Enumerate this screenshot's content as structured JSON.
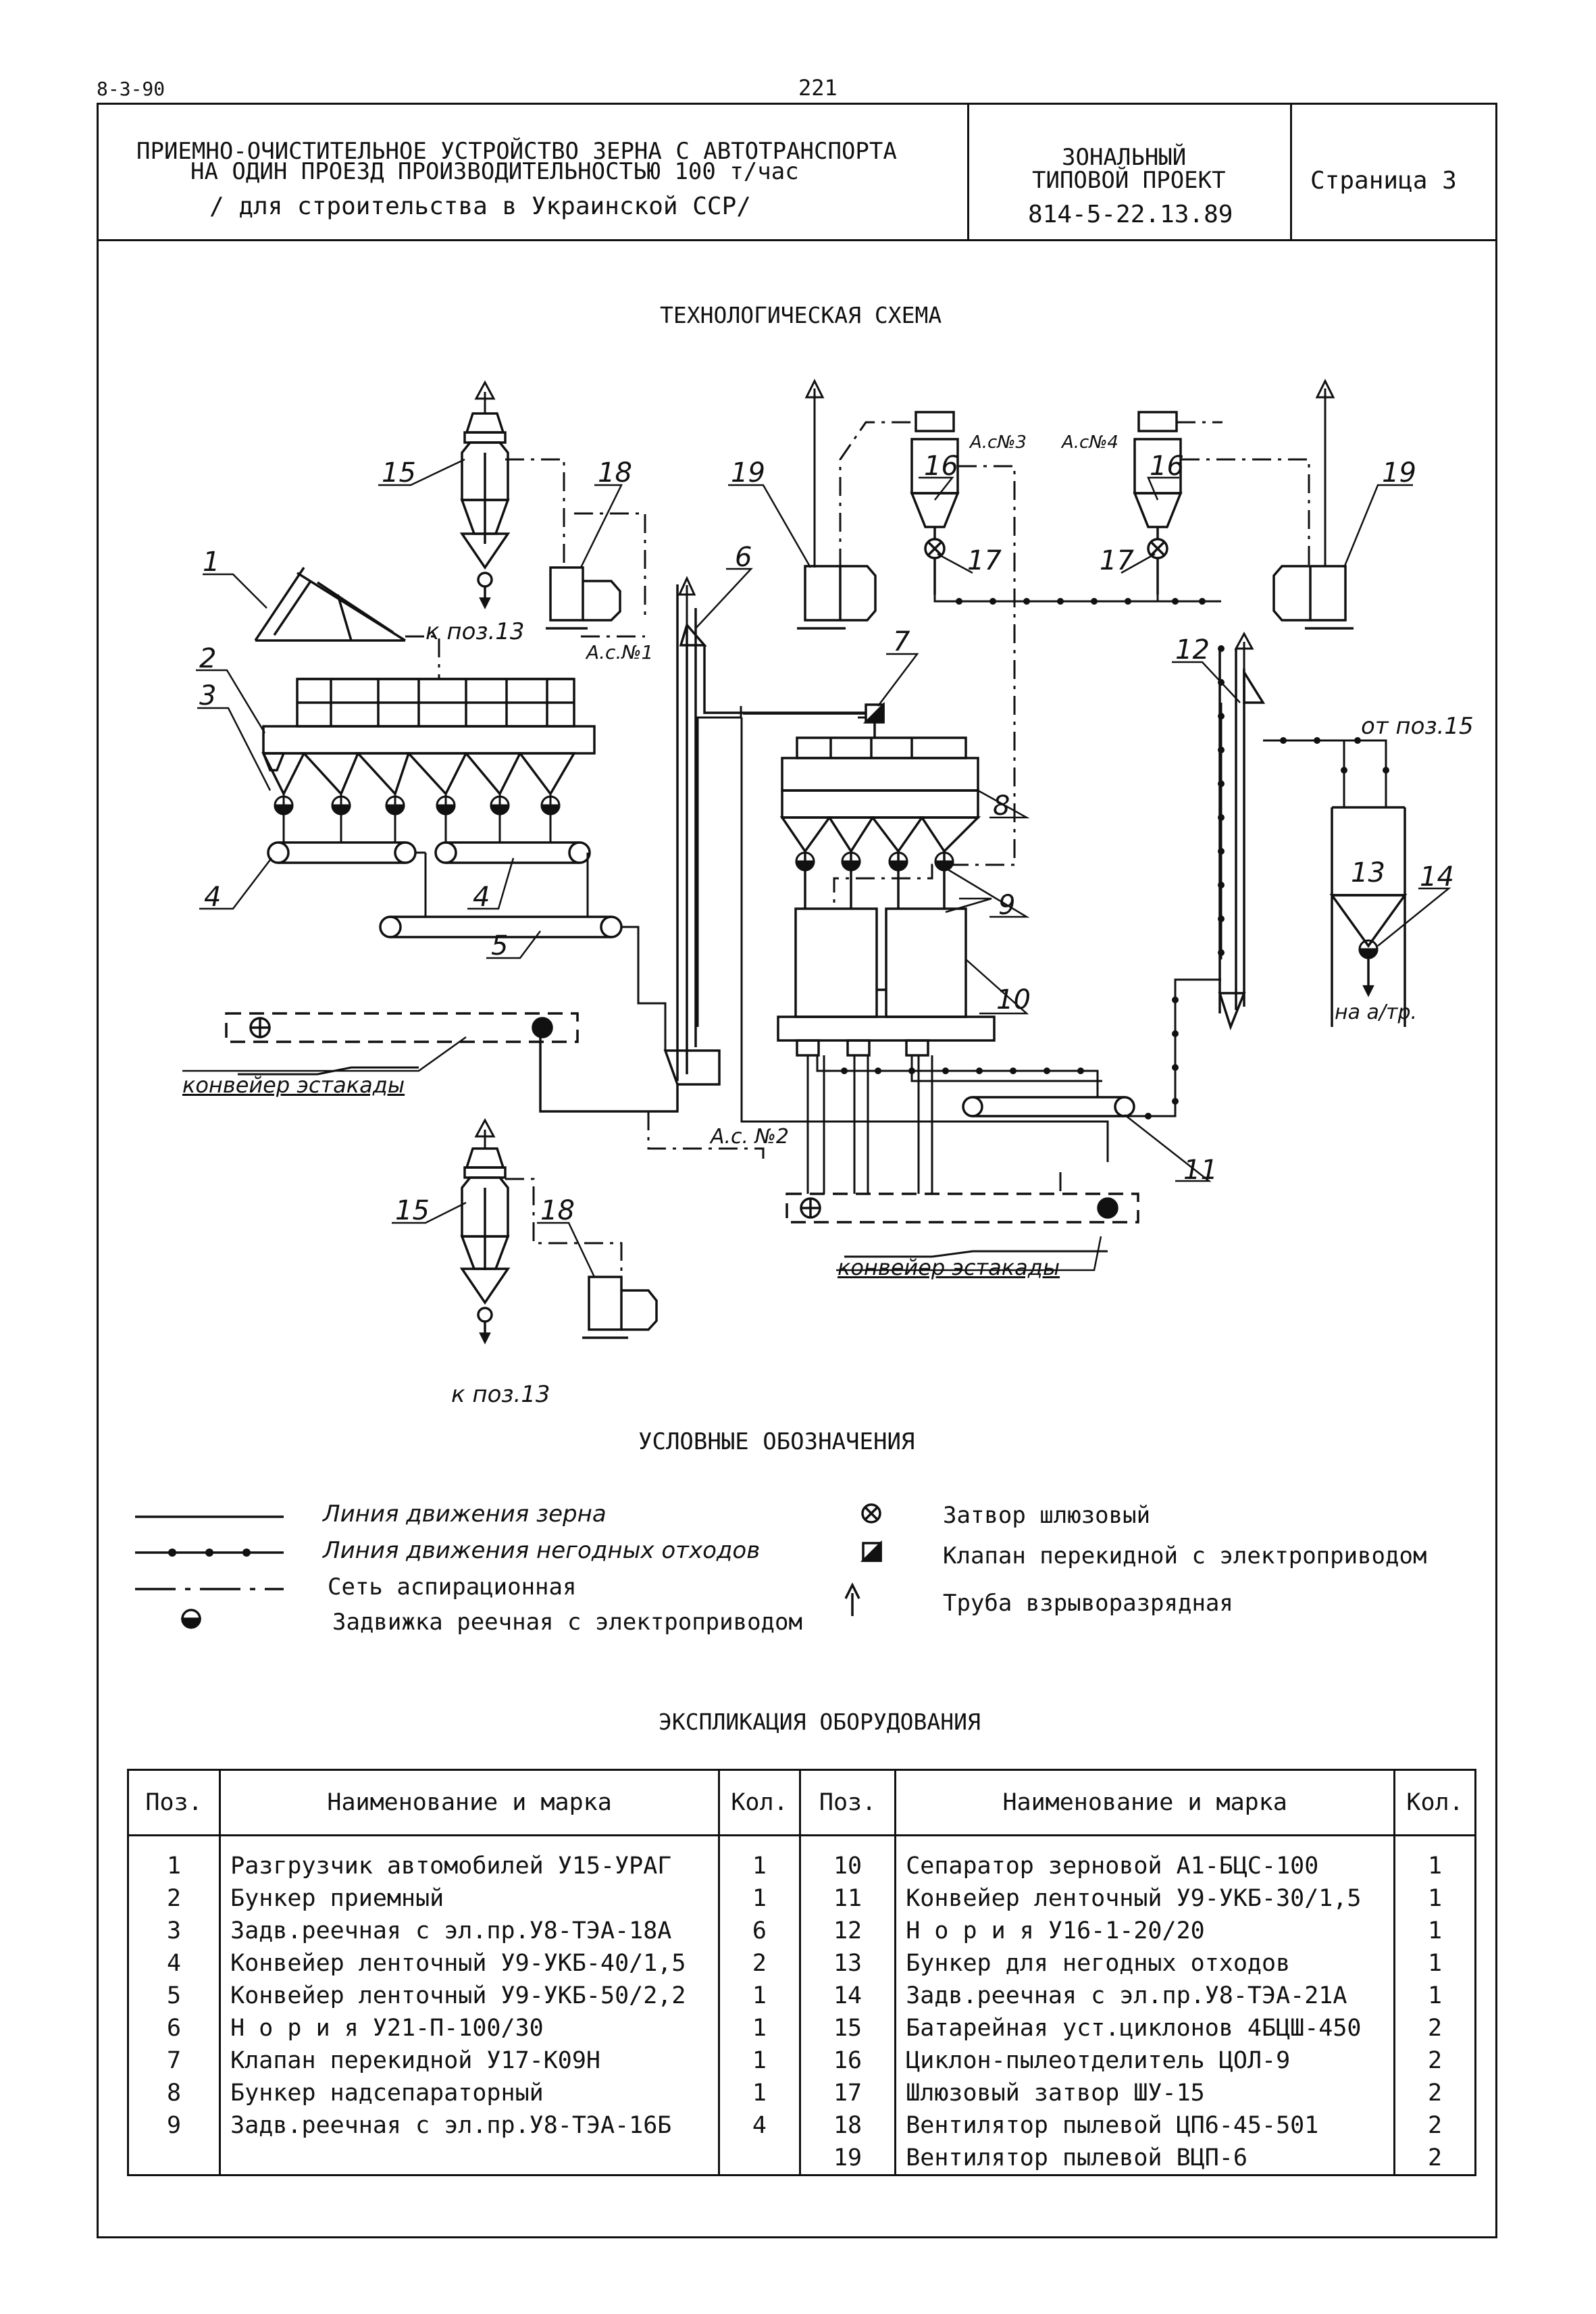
{
  "top": {
    "code": "8-3-90",
    "page_number": "221"
  },
  "header": {
    "title_line1": "ПРИЕМНО-ОЧИСТИТЕЛЬНОЕ УСТРОЙСТВО ЗЕРНА С АВТОТРАНСПОРТА",
    "title_line2": "НА ОДИН ПРОЕЗД ПРОИЗВОДИТЕЛЬНОСТЬЮ 100 т/час",
    "title_line3": "/ для строительства в Украинской ССР/",
    "project_line1": "ЗОНАЛЬНЫЙ",
    "project_line2": "ТИПОВОЙ ПРОЕКТ",
    "project_number": "814-5-22.13.89",
    "page_label": "Страница 3"
  },
  "scheme": {
    "title": "ТЕХНОЛОГИЧЕСКАЯ СХЕМА",
    "labels": {
      "p1": "1",
      "p2": "2",
      "p3": "3",
      "p4a": "4",
      "p4b": "4",
      "p5": "5",
      "p6": "6",
      "p7": "7",
      "p8": "8",
      "p9": "9",
      "p10": "10",
      "p11": "11",
      "p12": "12",
      "p13": "13",
      "p14": "14",
      "p15a": "15",
      "p15b": "15",
      "p16a": "16",
      "p16b": "16",
      "p17a": "17",
      "p17b": "17",
      "p18a": "18",
      "p18b": "18",
      "p19a": "19",
      "p19b": "19"
    },
    "to_pos13_a": "к поз.13",
    "to_pos13_b": "к поз.13",
    "asp1": "А.с.№1",
    "asp2": "А.с. №2",
    "asp3": "А.с№3",
    "asp4": "А.с№4",
    "from_pos15": "от поз.15",
    "to_waste": "на а/тр.",
    "conveyor_left": "конвейер эстакады",
    "conveyor_right": "конвейер эстакады"
  },
  "legend": {
    "title": "УСЛОВНЫЕ ОБОЗНАЧЕНИЯ",
    "items": [
      {
        "label": "Линия движения зерна"
      },
      {
        "label": "Линия движения негодных отходов"
      },
      {
        "label": "Сеть аспирационная"
      },
      {
        "label": "Задвижка реечная с электроприводом"
      },
      {
        "label": "Затвор шлюзовый"
      },
      {
        "label": "Клапан перекидной с электроприводом"
      },
      {
        "label": "Труба взрыворазрядная"
      }
    ]
  },
  "explication": {
    "title": "ЭКСПЛИКАЦИЯ ОБОРУДОВАНИЯ",
    "headers": [
      "Поз.",
      "Наименование и марка",
      "Кол.",
      "Поз.",
      "Наименование и марка",
      "Кол."
    ],
    "rows": [
      [
        "1",
        "Разгрузчик автомобилей У15-УРАГ",
        "1",
        "10",
        "Сепаратор зерновой А1-БЦС-100",
        "1"
      ],
      [
        "2",
        "Бункер приемный",
        "1",
        "11",
        "Конвейер ленточный У9-УКБ-30/1,5",
        "1"
      ],
      [
        "3",
        "Задв.реечная с эл.пр.У8-ТЭА-18А",
        "6",
        "12",
        "Н о р и я   У16-1-20/20",
        "1"
      ],
      [
        "4",
        "Конвейер ленточный У9-УКБ-40/1,5",
        "2",
        "13",
        "Бункер для негодных отходов",
        "1"
      ],
      [
        "5",
        "Конвейер ленточный У9-УКБ-50/2,2",
        "1",
        "14",
        "Задв.реечная с эл.пр.У8-ТЭА-21А",
        "1"
      ],
      [
        "6",
        "Н о р и я   У21-П-100/30",
        "1",
        "15",
        "Батарейная уст.циклонов 4БЦШ-450",
        "2"
      ],
      [
        "7",
        "Клапан перекидной У17-К09Н",
        "1",
        "16",
        "Циклон-пылеотделитель ЦОЛ-9",
        "2"
      ],
      [
        "8",
        "Бункер надсепараторный",
        "1",
        "17",
        "Шлюзовый затвор ШУ-15",
        "2"
      ],
      [
        "9",
        "Задв.реечная с эл.пр.У8-ТЭА-16Б",
        "4",
        "18",
        "Вентилятор пылевой ЦП6-45-501",
        "2"
      ],
      [
        "",
        "",
        "",
        "19",
        "Вентилятор пылевой ВЦП-6",
        "2"
      ]
    ]
  }
}
